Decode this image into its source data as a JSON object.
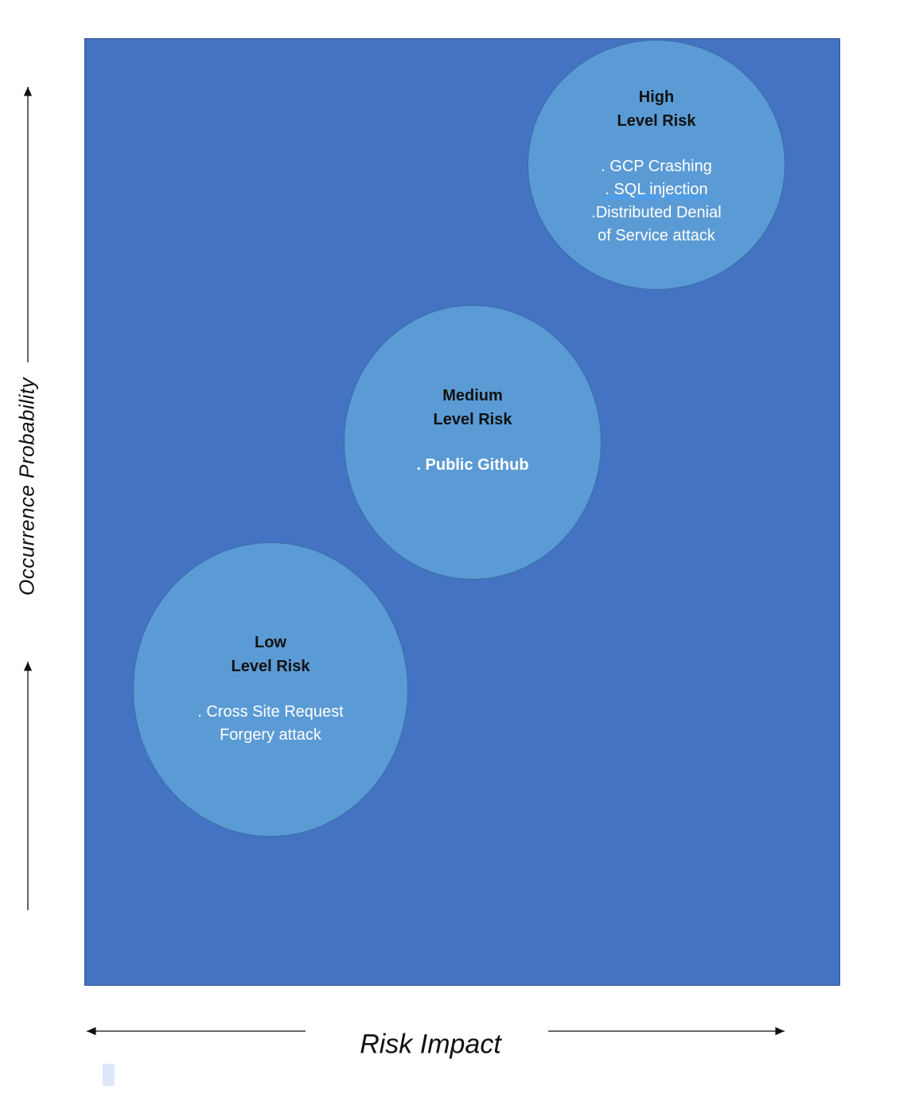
{
  "axes": {
    "y_label": "Occurrence Probability",
    "x_label": "Risk Impact"
  },
  "bubbles": {
    "high": {
      "title_line1": "High",
      "title_line2": "Level Risk",
      "items": [
        ". GCP Crashing",
        ". SQL injection",
        ".Distributed Denial",
        "of Service attack"
      ]
    },
    "medium": {
      "title_line1": "Medium",
      "title_line2": "Level Risk",
      "items": [
        ". Public Github"
      ]
    },
    "low": {
      "title_line1": "Low",
      "title_line2": "Level Risk",
      "items": [
        ". Cross Site Request",
        "Forgery attack"
      ]
    }
  },
  "colors": {
    "panel": "#4373c2",
    "bubble": "#5b9bd5",
    "title_text": "#111111",
    "item_text": "#ffffff"
  }
}
